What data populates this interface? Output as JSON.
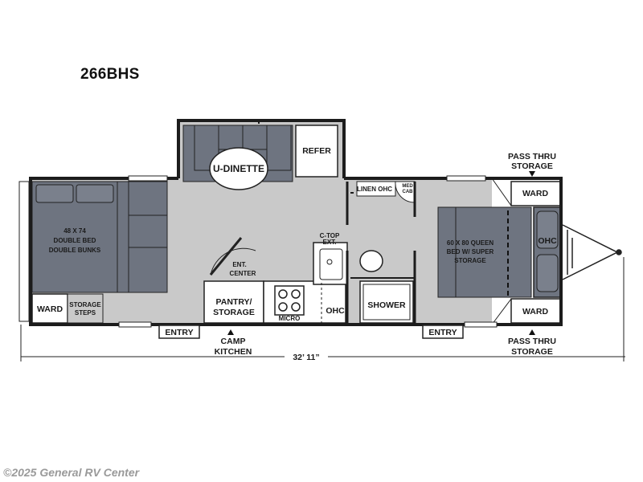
{
  "model": "266BHS",
  "copyright": "©2025 General RV Center",
  "colors": {
    "wall": "#1c1c1c",
    "floor": "#c9c9c9",
    "furniture": "#6e7480",
    "white": "#ffffff"
  },
  "labels": {
    "u_dinette": "U-DINETTE",
    "refer": "REFER",
    "bunk_size": "48 X 74",
    "bunk_line1": "DOUBLE BED",
    "bunk_line2": "DOUBLE BUNKS",
    "ward": "WARD",
    "storage": "STORAGE",
    "steps": "STEPS",
    "ent": "ENT.",
    "center": "CENTER",
    "pantry": "PANTRY/",
    "storage2": "STORAGE",
    "ctop": "C-TOP",
    "ext": "EXT.",
    "micro": "MICRO",
    "ohc": "OHC",
    "linen_ohc": "LINEN OHC",
    "med": "MED",
    "cab": "CAB",
    "shower": "SHOWER",
    "queen1": "60 X 80 QUEEN",
    "queen2": "BED W/ SUPER",
    "queen3": "STORAGE",
    "pass_thru": "PASS THRU",
    "entry": "ENTRY",
    "camp": "CAMP",
    "kitchen": "KITCHEN",
    "length": "32’ 11”"
  }
}
